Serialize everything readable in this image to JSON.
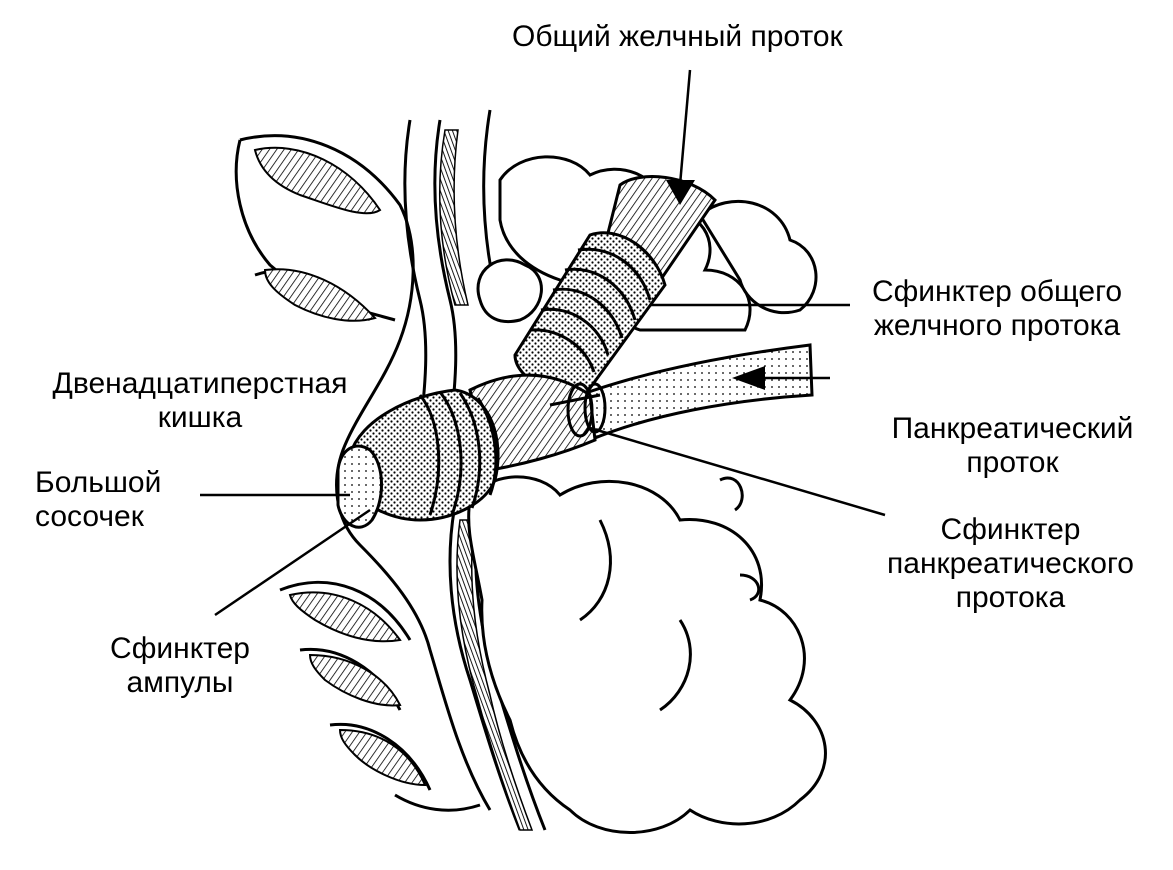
{
  "labels": {
    "common_bile_duct": "Общий желчный проток",
    "bile_sphincter": [
      "Сфинктер общего",
      "желчного протока"
    ],
    "duodenum": [
      "Двенадцатиперстная",
      "кишка"
    ],
    "pancreatic_duct": [
      "Панкреатический",
      "проток"
    ],
    "major_papilla": [
      "Большой",
      "сосочек"
    ],
    "pancreatic_sphincter": [
      "Сфинктер",
      "панкреатического",
      "протока"
    ],
    "ampulla_sphincter": [
      "Сфинктер",
      "ампулы"
    ]
  },
  "colors": {
    "ink": "#000000",
    "paper": "#ffffff",
    "stipple": "#bdbdbd"
  }
}
